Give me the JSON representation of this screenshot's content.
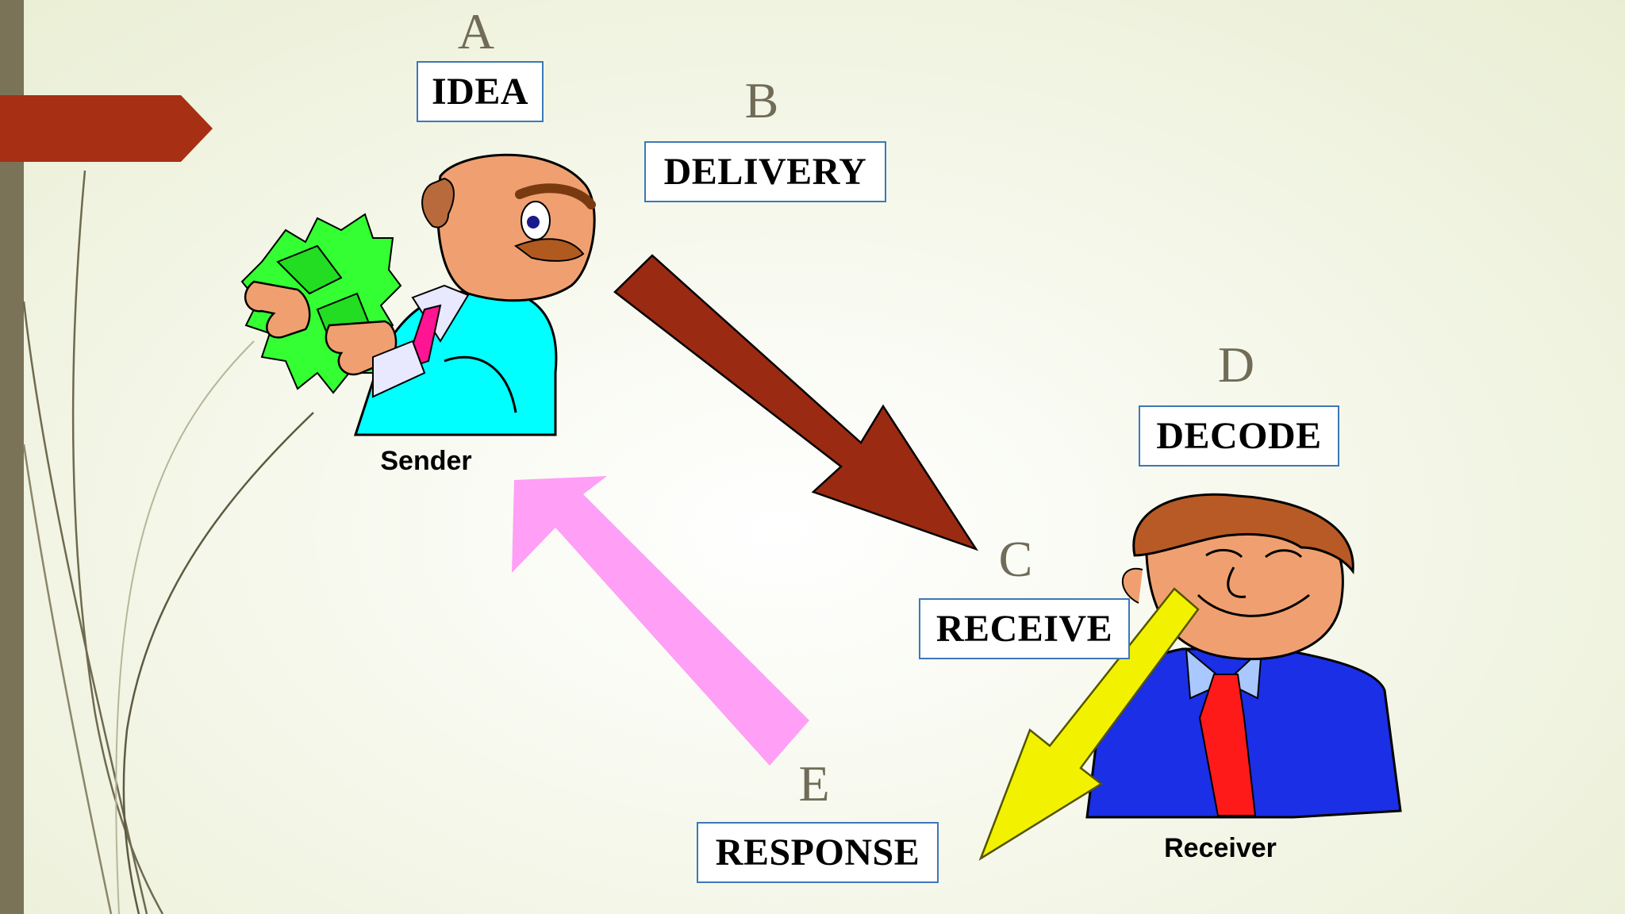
{
  "stages": {
    "a": {
      "letter": "A",
      "label": "IDEA"
    },
    "b": {
      "letter": "B",
      "label": "DELIVERY"
    },
    "c": {
      "letter": "C",
      "label": "RECEIVE"
    },
    "d": {
      "letter": "D",
      "label": "DECODE"
    },
    "e": {
      "letter": "E",
      "label": "RESPONSE"
    }
  },
  "people": {
    "sender_label": "Sender",
    "receiver_label": "Receiver"
  },
  "colors": {
    "delivery_arrow": "#9b2a12",
    "response_arrow": "#ff9ff5",
    "decode_arrow": "#f2f200",
    "banner": "#a72f14",
    "box_border": "#3c78b8"
  }
}
